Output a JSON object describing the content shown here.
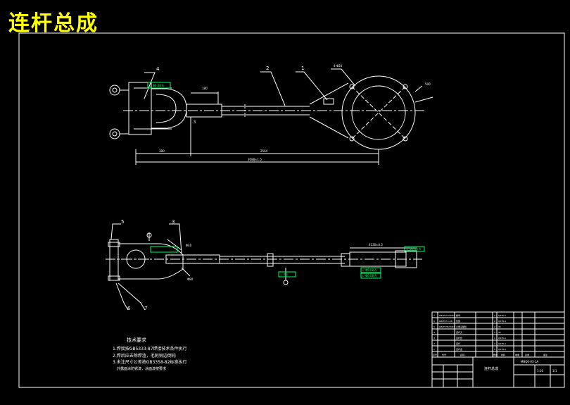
{
  "title": "连杆总成",
  "top_view": {
    "balloons": [
      "4",
      "2",
      "1"
    ],
    "dims": {
      "left_offset": "380",
      "center_length": "2564",
      "overall_length": "3088±1.5",
      "flange_dia": "500",
      "boss": "180",
      "side": "3",
      "hole_label": "4-Φ20"
    },
    "tolerance_frame": "⊥ Φ0.08 A"
  },
  "front_view": {
    "balloons": [
      "5",
      "3",
      "6",
      "7"
    ],
    "dims": {
      "left": "Φ40",
      "right": "4130±0.5",
      "lower": "Φ80"
    },
    "datum_frame": "⊥ 0.1",
    "right_frame": "⊥ Φ0.08 A",
    "parallel_1": "// Φ0.08 A",
    "parallel_2": "// Φ0.08 A"
  },
  "notes": {
    "heading": "技术要求",
    "items": [
      "1.焊接按GB5333-87焊接技术条件执行",
      "2.焊后应去除焊渣，毛刺锐边倒钝",
      "3.未注尺寸公差按GB3358-82标准执行",
      "外露面涂防锈漆，涂面漆按要求"
    ]
  },
  "title_block": {
    "parts": [
      {
        "no": "7",
        "code": "GB/T6170-M16",
        "name": "螺母",
        "qty": "2",
        "material": "Q235-A"
      },
      {
        "no": "6",
        "code": "GB/T97.1-16",
        "name": "垫圈",
        "qty": "2",
        "material": "Q235-A"
      },
      {
        "no": "5",
        "code": "GB/T5782-M16",
        "name": "六角头螺栓",
        "qty": "2",
        "material": "45"
      },
      {
        "no": "4",
        "code": "",
        "name": "连杆叉",
        "qty": "1",
        "material": "45"
      },
      {
        "no": "3",
        "code": "",
        "name": "连杆套",
        "qty": "1",
        "material": "Q235-A"
      },
      {
        "no": "2",
        "code": "",
        "name": "连杆",
        "qty": "1",
        "material": "Q235-A"
      },
      {
        "no": "1",
        "code": "",
        "name": "连杆盘",
        "qty": "1",
        "material": "Q235-A"
      }
    ],
    "header": [
      "序号",
      "代号",
      "名称",
      "数量",
      "材料",
      "单重",
      "总重",
      "备注"
    ],
    "drawing_no": "MBQ6-03-1A",
    "drawing_name": "连杆总成",
    "scale": "1:10",
    "sheet": "1/1"
  }
}
